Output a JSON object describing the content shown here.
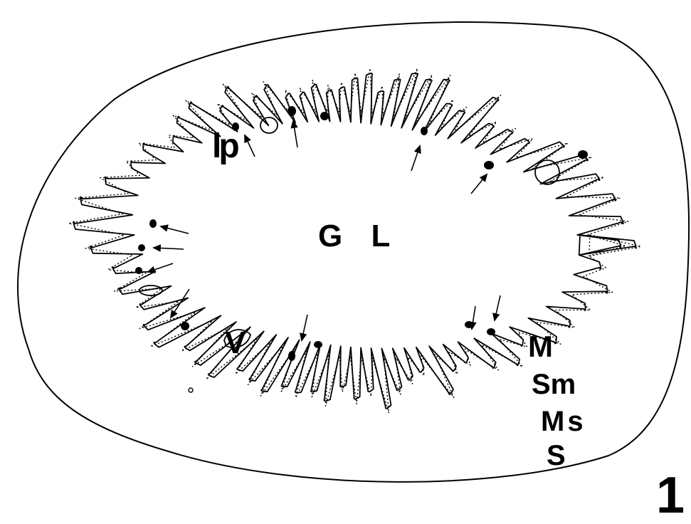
{
  "figure": {
    "figure_number": "1",
    "labels": {
      "lamina_propria": "lp",
      "gut_lumen": "G L",
      "villus": "V",
      "mucosa": "M",
      "submucosa": "Sm",
      "muscularis": "Ms",
      "serosa": "S"
    }
  },
  "colors": {
    "ink": "#000000",
    "background": "#ffffff"
  }
}
